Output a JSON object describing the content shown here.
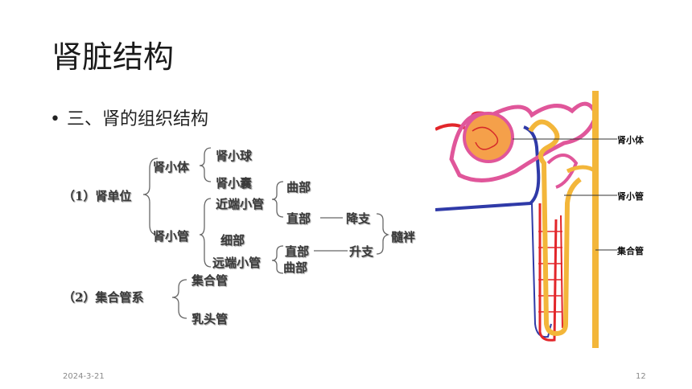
{
  "slide": {
    "title": "肾脏结构",
    "bullet": "三、肾的组织结构",
    "footer_date": "2024-3-21",
    "page_number": "12"
  },
  "tree": {
    "item1": "（1）肾单位",
    "renal_corpuscle": "肾小体",
    "glomerulus": "肾小球",
    "bowman_capsule": "肾小囊",
    "renal_tubule": "肾小管",
    "proximal_tubule": "近端小管",
    "convoluted_part_1": "曲部",
    "straight_part_1": "直部",
    "descending_limb": "降支",
    "loop": "髓袢",
    "thin_segment": "细部",
    "straight_part_2": "直部",
    "ascending_limb": "升支",
    "distal_tubule": "远端小管",
    "convoluted_part_2": "曲部",
    "item2": "（2）集合管系",
    "collecting_duct": "集合管",
    "papillary_duct": "乳头管"
  },
  "diagram": {
    "label_corpuscle": "肾小体",
    "label_tubule": "肾小管",
    "label_collecting": "集合管",
    "colors": {
      "artery": "#e2262a",
      "vein": "#2f3aa8",
      "tubule": "#f3b63a",
      "capsule": "#e0569a"
    }
  }
}
